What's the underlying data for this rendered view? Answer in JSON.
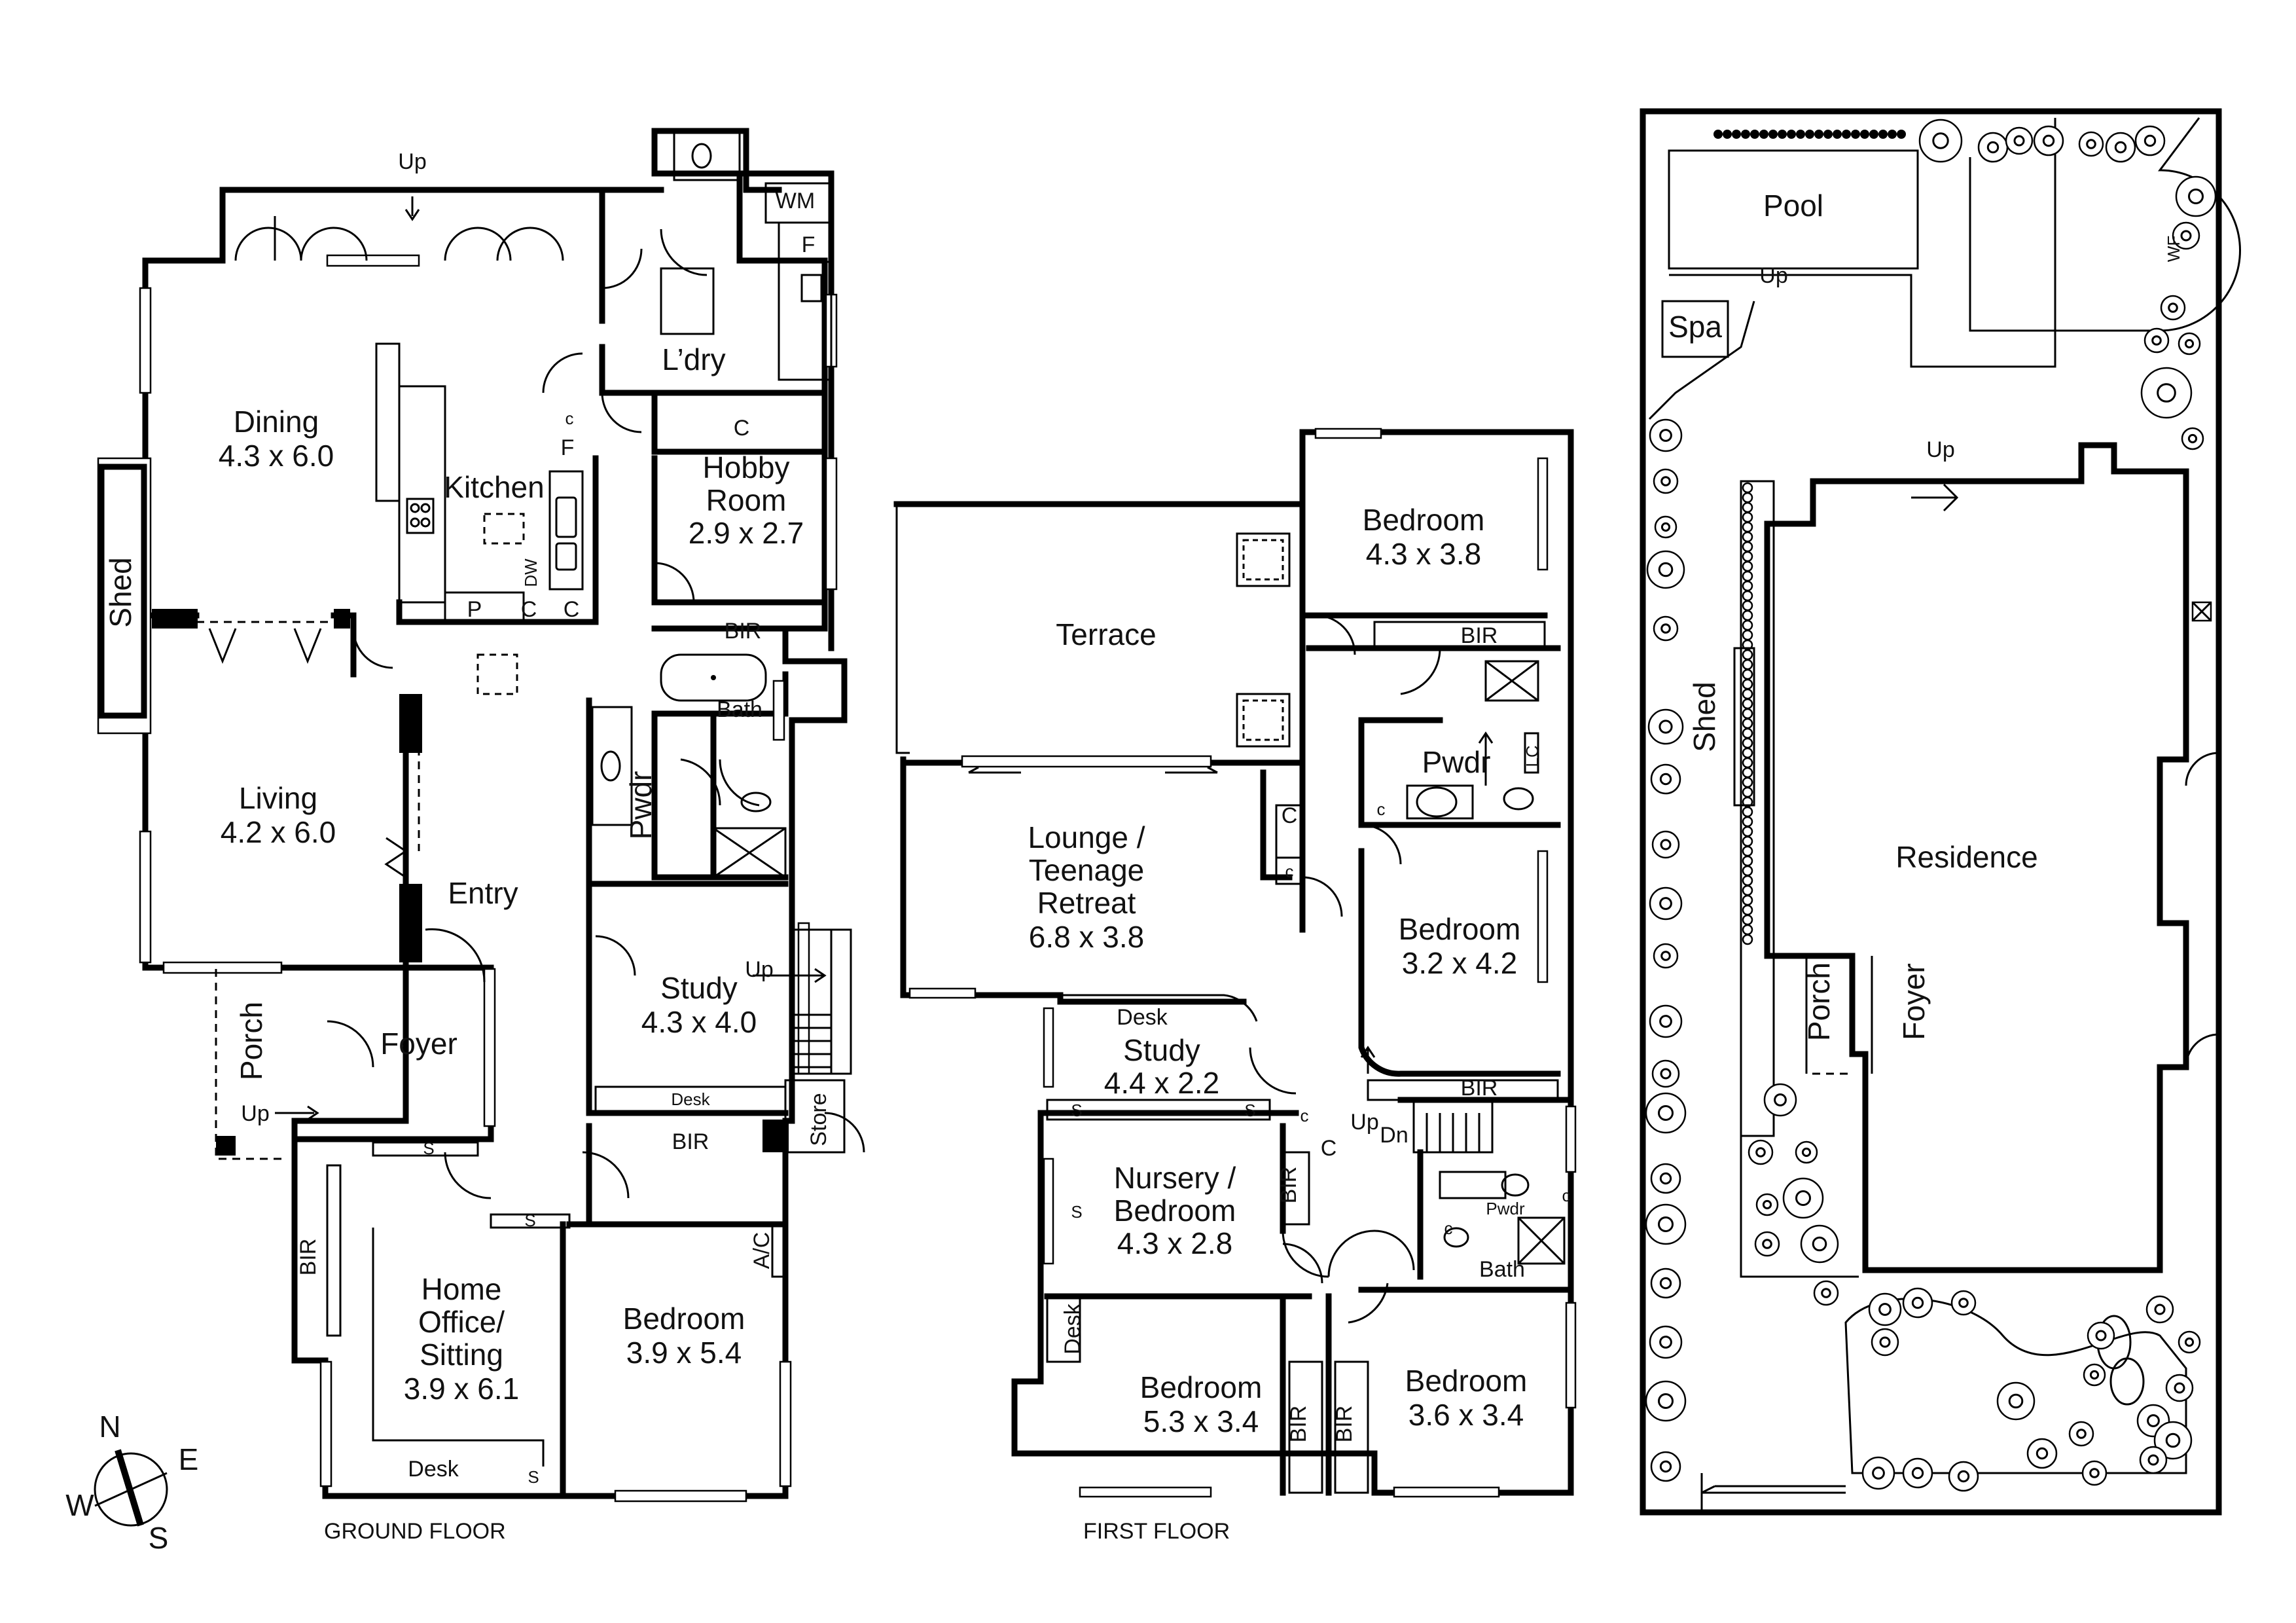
{
  "ground_floor": {
    "caption": "GROUND FLOOR",
    "rooms": {
      "dining": [
        "Dining",
        "4.3 x 6.0"
      ],
      "kitchen": [
        "Kitchen"
      ],
      "living": [
        "Living",
        "4.2 x 6.0"
      ],
      "laundry": [
        "L’dry"
      ],
      "hobby_room": [
        "Hobby",
        "Room",
        "2.9 x 2.7"
      ],
      "bath": [
        "Bath"
      ],
      "powder": [
        "Pwdr"
      ],
      "entry": [
        "Entry"
      ],
      "study": [
        "Study",
        "4.3 x 4.0"
      ],
      "foyer": [
        "Foyer"
      ],
      "porch": [
        "Porch"
      ],
      "shed": [
        "Shed"
      ],
      "home_office": [
        "Home",
        "Office/",
        "Sitting",
        "3.9 x 6.1"
      ],
      "bedroom": [
        "Bedroom",
        "3.9 x 5.4"
      ],
      "store": [
        "Store"
      ]
    },
    "fixtures": {
      "wm": "WM",
      "f1": "F",
      "f2": "F",
      "c1": "C",
      "c_small": "c",
      "p": "P",
      "c2": "C",
      "c3": "C",
      "dw": "DW",
      "bir_hobby": "BIR",
      "bir_study": "BIR",
      "bir_office": "BIR",
      "desk_study": "Desk",
      "desk_office": "Desk",
      "ac": "A/C",
      "s1": "S",
      "s2": "S",
      "s3": "S"
    },
    "stairs": {
      "up1": "Up",
      "up2": "Up",
      "up3": "Up"
    }
  },
  "first_floor": {
    "caption": "FIRST FLOOR",
    "rooms": {
      "terrace": [
        "Terrace"
      ],
      "lounge": [
        "Lounge /",
        "Teenage",
        "Retreat",
        "6.8 x 3.8"
      ],
      "bedroom1": [
        "Bedroom",
        "4.3 x 3.8"
      ],
      "powder": [
        "Pwdr"
      ],
      "bedroom2": [
        "Bedroom",
        "3.2 x 4.2"
      ],
      "study": [
        "Study",
        "4.4 x 2.2"
      ],
      "nursery": [
        "Nursery /",
        "Bedroom",
        "4.3 x 2.8"
      ],
      "bedroom3": [
        "Bedroom",
        "5.3 x 3.4"
      ],
      "bedroom4": [
        "Bedroom",
        "3.6 x 3.4"
      ],
      "powder2": [
        "Pwdr"
      ],
      "bath": [
        "Bath"
      ]
    },
    "fixtures": {
      "bir1": "BIR",
      "bir2": "BIR",
      "bir3": "BIR",
      "bir4": "BIR",
      "bir5": "BIR",
      "c1": "C",
      "c2": "c",
      "c3": "c",
      "c4": "C",
      "c5": "c",
      "c6": "c",
      "c7": "c",
      "lc": "LC",
      "desk1": "Desk",
      "desk2": "Desk",
      "s1": "S",
      "s2": "S",
      "s3": "S"
    },
    "stairs": {
      "up": "Up",
      "dn": "Dn"
    }
  },
  "site_plan": {
    "rooms": {
      "pool": [
        "Pool"
      ],
      "spa": [
        "Spa"
      ],
      "residence": [
        "Residence"
      ],
      "shed": [
        "Shed"
      ],
      "porch": [
        "Porch"
      ],
      "foyer": [
        "Foyer"
      ]
    },
    "fixtures": {
      "wf": "WF"
    },
    "stairs": {
      "up_pool": "Up",
      "up_res": "Up"
    }
  },
  "compass": {
    "n": "N",
    "e": "E",
    "s": "S",
    "w": "W"
  }
}
